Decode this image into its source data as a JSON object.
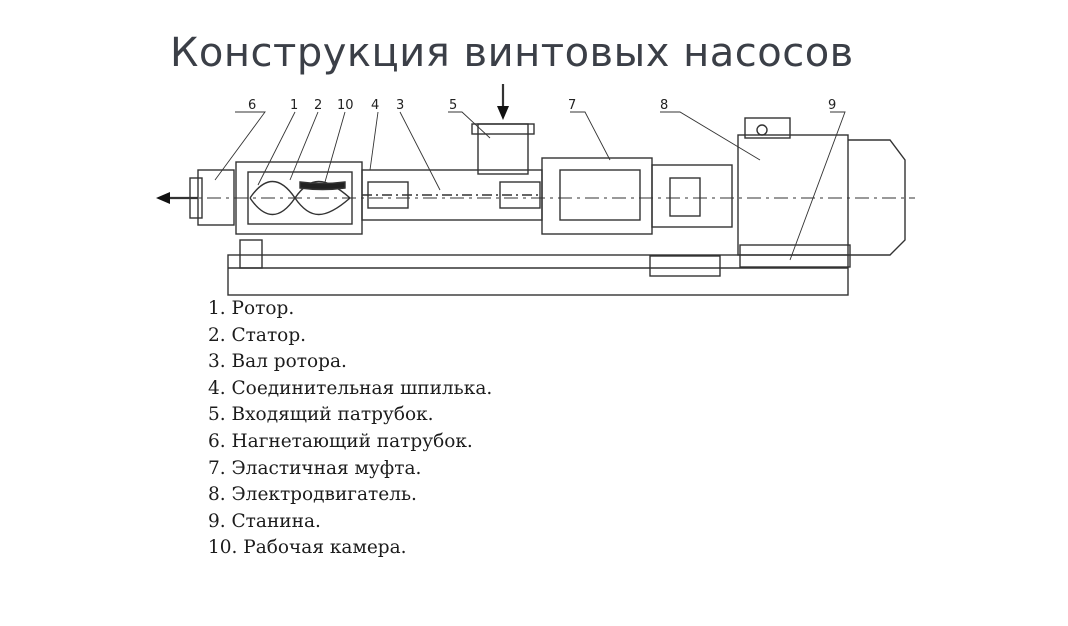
{
  "title": "Конструкция винтовых насосов",
  "callouts": [
    "6",
    "1",
    "2",
    "10",
    "4",
    "3",
    "5",
    "7",
    "8",
    "9"
  ],
  "legend": [
    "1. Ротор.",
    "2. Статор.",
    "3. Вал ротора.",
    "4. Соединительная шпилька.",
    "5. Входящий патрубок.",
    "6. Нагнетающий патрубок.",
    "7. Эластичная муфта.",
    "8. Электродвигатель.",
    "9. Станина.",
    "10. Рабочая камера."
  ]
}
